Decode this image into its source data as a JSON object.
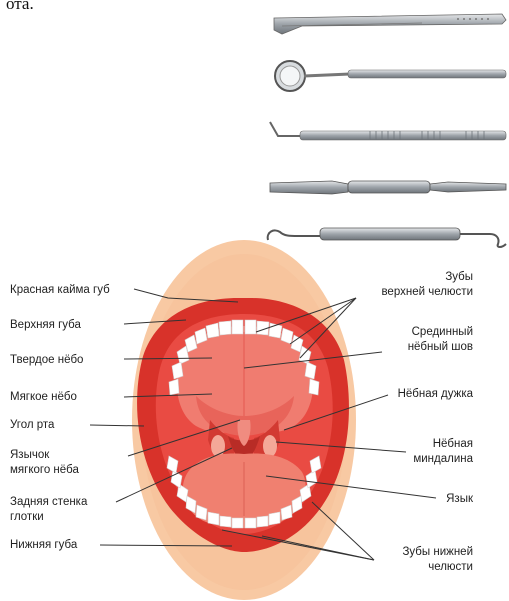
{
  "page_fragment": "ота.",
  "instruments": [
    "tweezers",
    "dental-mirror",
    "probe",
    "spatula",
    "excavator"
  ],
  "labels": {
    "left": [
      [
        "Красная кайма губ"
      ],
      [
        "Верхняя губа"
      ],
      [
        "Твердое нёбо"
      ],
      [
        "Мягкое нёбо"
      ],
      [
        "Угол рта"
      ],
      [
        "Язычок",
        "мягкого нёба"
      ],
      [
        "Задняя стенка",
        "глотки"
      ],
      [
        "Нижняя губа"
      ]
    ],
    "right": [
      [
        "Зубы",
        "верхней челюсти"
      ],
      [
        "Срединный",
        "нёбный шов"
      ],
      [
        "Нёбная дужка"
      ],
      [
        "Нёбная",
        "миндалина"
      ],
      [
        "Язык"
      ],
      [
        "Зубы нижней",
        "челюсти"
      ]
    ]
  },
  "colors": {
    "skin": "#f8c9a3",
    "lips": "#d8322a",
    "mouth": "#e94b43",
    "palate": "#f07c70",
    "tongue": "#f08070",
    "teeth": "#ffffff",
    "instrument": "#9aa0a6"
  }
}
